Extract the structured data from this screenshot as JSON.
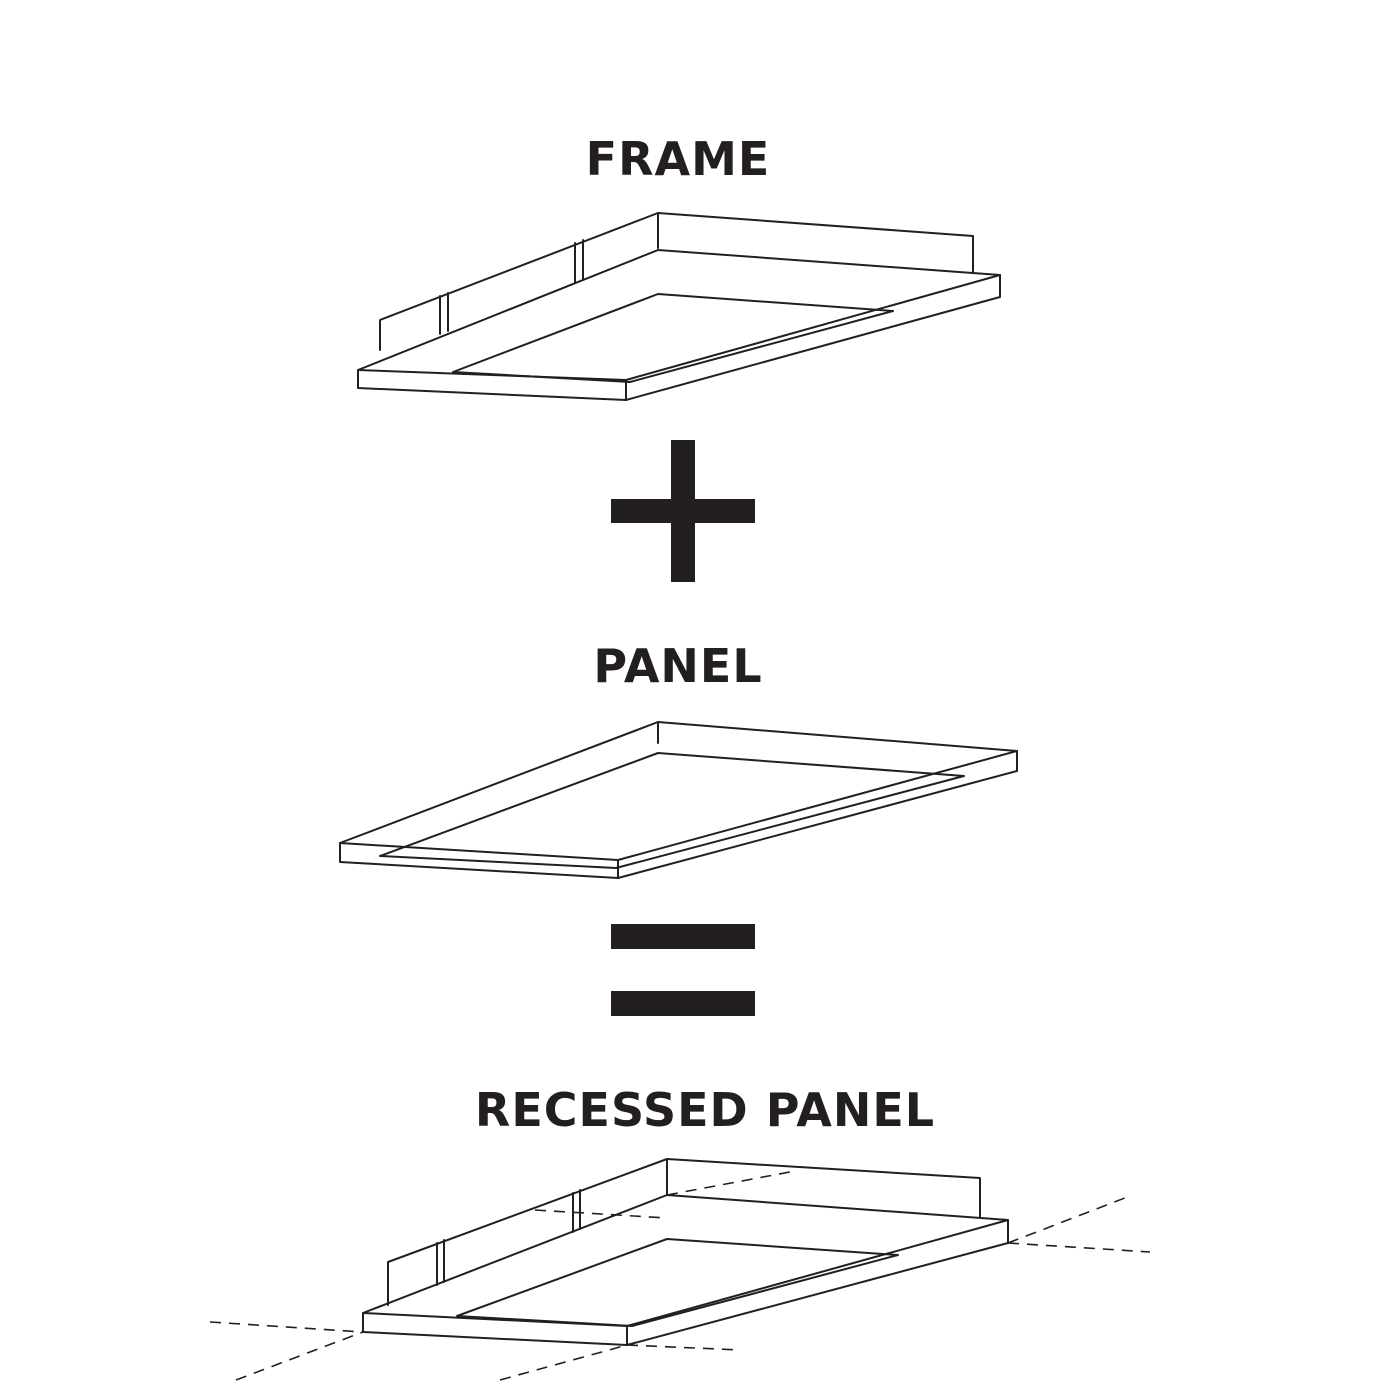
{
  "diagram": {
    "labels": {
      "frame": "FRAME",
      "panel": "PANEL",
      "recessed_panel": "RECESSED PANEL"
    },
    "operators": [
      "plus",
      "equals"
    ],
    "colors": {
      "ink": "#231f20",
      "background": "#ffffff"
    }
  }
}
